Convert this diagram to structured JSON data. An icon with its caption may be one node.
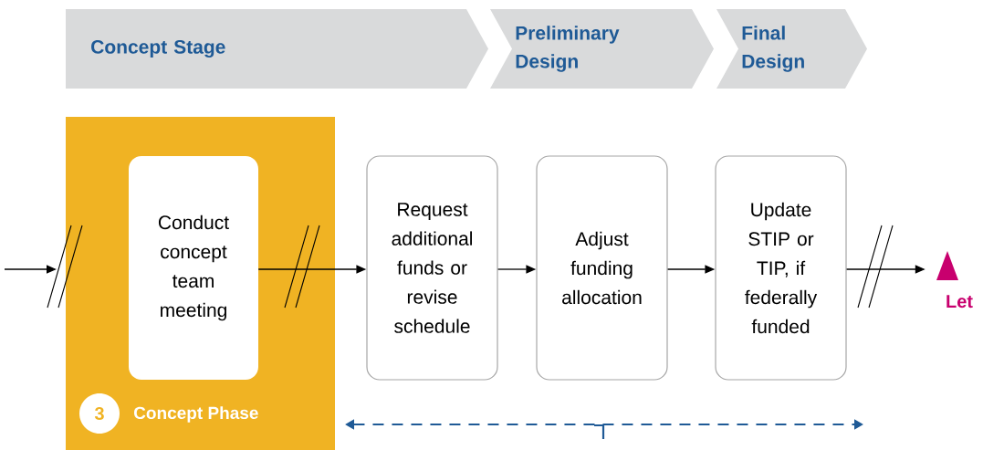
{
  "diagram": {
    "nodes": [
      {
        "text": [
          "Concept Stage"
        ]
      },
      {
        "text": [
          "Preliminary Design"
        ]
      },
      {
        "text": [
          "Final Design"
        ]
      },
      {
        "text": [
          "Concept Phase"
        ]
      },
      {
        "text": [
          "3"
        ],
        "in": 3
      },
      {
        "text": [
          "Conduct concept team meeting"
        ],
        "in": 3
      },
      {
        "text": [
          "Request additional funds or revise schedule"
        ]
      },
      {
        "text": [
          "Adjust funding allocation"
        ]
      },
      {
        "text": [
          "Update STIP or TIP, if federally funded"
        ]
      },
      {
        "text": [
          "Let"
        ]
      }
    ],
    "edges": [
      {
        "from": null,
        "to": 3,
        "arrow": "to"
      },
      {
        "from": 5,
        "to": 6,
        "arrow": "to"
      },
      {
        "from": 6,
        "to": 7,
        "arrow": "to"
      },
      {
        "from": 7,
        "to": 8,
        "arrow": "to"
      },
      {
        "from": 8,
        "to": 9,
        "arrow": "to"
      }
    ]
  }
}
